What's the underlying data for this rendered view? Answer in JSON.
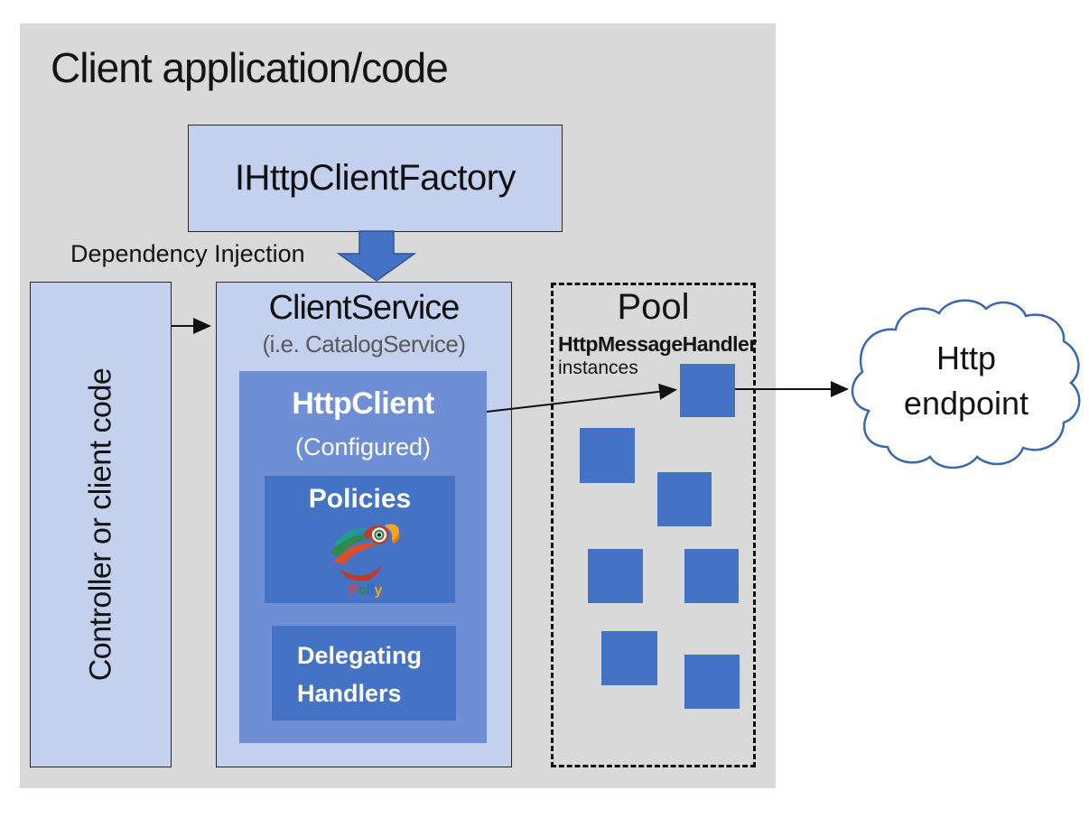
{
  "colors": {
    "app_background": "#d9d9d9",
    "light_blue_box": "#c3d1ee",
    "mid_blue_box": "#6e8ed5",
    "dark_blue_box": "#4472c4",
    "block_arrow_fill": "#4472c4",
    "block_arrow_border": "#2f5597",
    "cloud_outline": "#3a67ad",
    "box_border": "#262626",
    "subtitle_gray": "#595959"
  },
  "app": {
    "title": "Client application/code"
  },
  "factory": {
    "label": "IHttpClientFactory"
  },
  "dependency_injection": {
    "label": "Dependency Injection"
  },
  "controller": {
    "label": "Controller or client code"
  },
  "client_service": {
    "title": "ClientService",
    "subtitle": "(i.e. CatalogService)"
  },
  "http_client": {
    "title": "HttpClient",
    "subtitle": "(Configured)"
  },
  "policies": {
    "label": "Policies",
    "logo_letters": [
      "P",
      "o",
      "l",
      "l",
      "y"
    ]
  },
  "delegating_handlers": {
    "line1": "Delegating",
    "line2": "Handlers"
  },
  "pool": {
    "title": "Pool",
    "type_label": "HttpMessageHandler",
    "instances_label": "instances",
    "instance_count": 7
  },
  "endpoint": {
    "line1": "Http",
    "line2": "endpoint"
  }
}
